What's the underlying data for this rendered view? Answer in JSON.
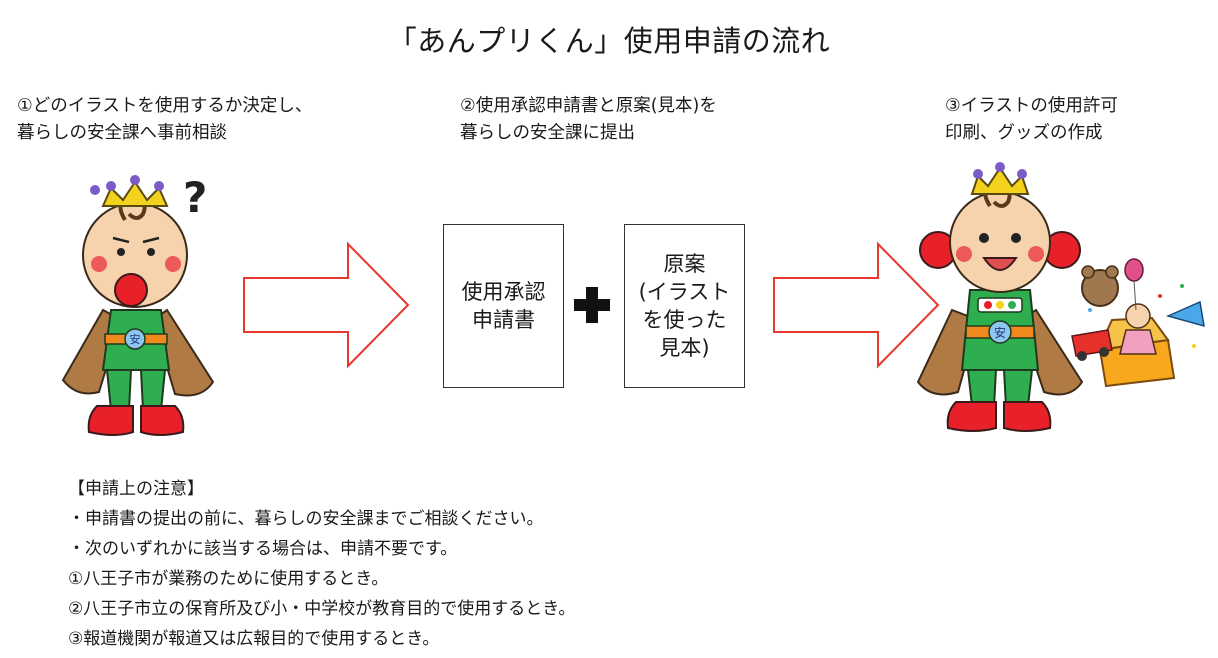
{
  "title": "「あんプリくん」使用申請の流れ",
  "steps": [
    {
      "line1": "①どのイラストを使用するか決定し、",
      "line2": "暮らしの安全課へ事前相談"
    },
    {
      "line1": "②使用承認申請書と原案(見本)を",
      "line2": "暮らしの安全課に提出"
    },
    {
      "line1": "③イラストの使用許可",
      "line2": "印刷、グッズの作成"
    }
  ],
  "boxes": {
    "form": {
      "line1": "使用承認",
      "line2": "申請書"
    },
    "draft": {
      "line1": "原案",
      "line2": "(イラスト",
      "line3": "を使った",
      "line4": "見本)"
    }
  },
  "notes": {
    "heading": "【申請上の注意】",
    "lines": [
      "・申請書の提出の前に、暮らしの安全課までご相談ください。",
      "・次のいずれかに該当する場合は、申請不要です。",
      "①八王子市が業務のために使用するとき。",
      "②八王子市立の保育所及び小・中学校が教育目的で使用するとき。",
      "③報道機関が報道又は広報目的で使用するとき。"
    ]
  },
  "colors": {
    "arrow": "#e8382e",
    "cape": "#b07a45",
    "suit": "#2fae4f",
    "boots": "#e8202a",
    "crown": "#f2d21c"
  },
  "badge_glyph": "安",
  "icons": [
    "question-mark-icon",
    "plus-icon",
    "right-arrow-icon",
    "toy-box-icon"
  ]
}
